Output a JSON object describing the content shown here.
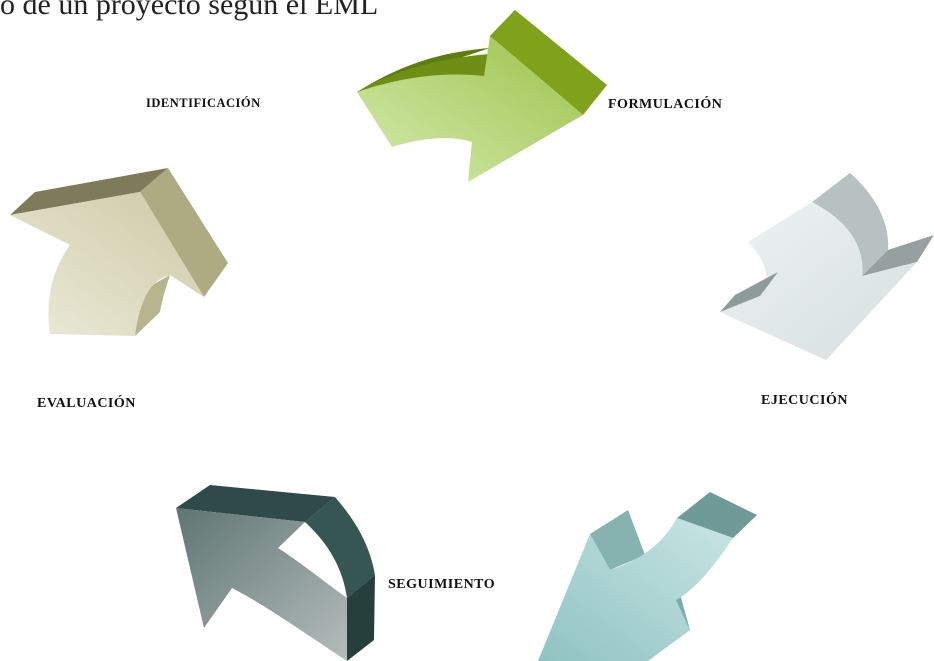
{
  "page_title": "o de un proyecto según el EML",
  "cycle": {
    "stages": [
      {
        "id": "identificacion",
        "label": "IDENTIFICACIÓN"
      },
      {
        "id": "formulacion",
        "label": "FORMULACIÓN"
      },
      {
        "id": "ejecucion",
        "label": "EJECUCIÓN"
      },
      {
        "id": "seguimiento",
        "label": "SEGUIMIENTO"
      },
      {
        "id": "evaluacion",
        "label": "EVALUACIÓN"
      }
    ],
    "colors": {
      "green_light": "#cfe6a4",
      "green_mid": "#9cc24a",
      "green_dark": "#6f8f14",
      "grey_light": "#e8eeee",
      "grey_mid": "#c3cbcb",
      "grey_dark": "#8f9a9a",
      "teal_light": "#b8dcdc",
      "teal_mid": "#8fb9b8",
      "teal_dark": "#6a9796",
      "slate_light": "#9aa9a6",
      "slate_mid": "#5d7571",
      "slate_dark": "#2f4a48",
      "khaki_light": "#e6e4cf",
      "khaki_mid": "#c9c6a4",
      "khaki_dark": "#8f8c6a"
    }
  }
}
